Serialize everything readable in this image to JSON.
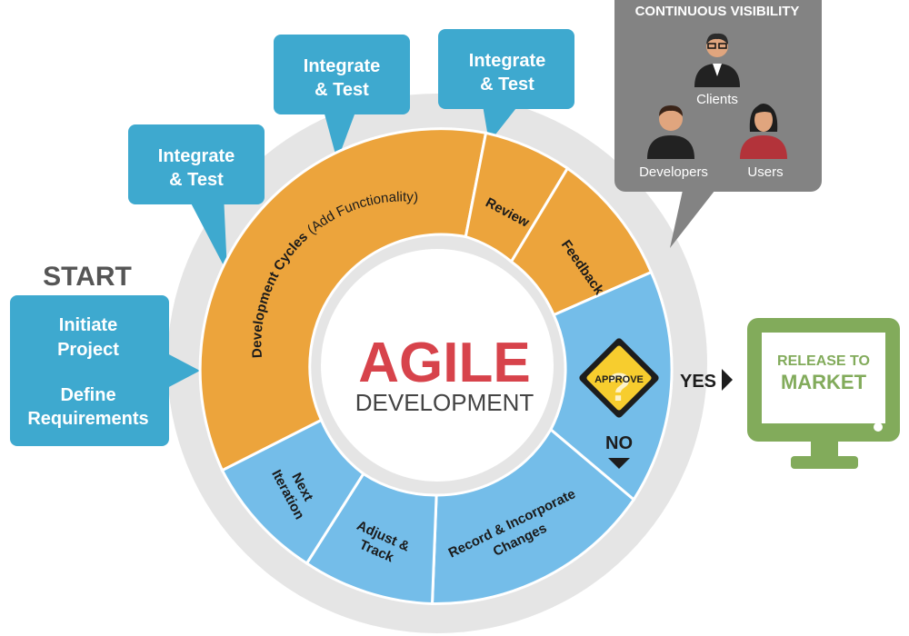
{
  "start_label": "START",
  "start_box": {
    "line1": "Initiate",
    "line2": "Project",
    "line3": "Define",
    "line4": "Requirements"
  },
  "integrate_bubbles": [
    {
      "line1": "Integrate",
      "line2": "& Test"
    },
    {
      "line1": "Integrate",
      "line2": "& Test"
    },
    {
      "line1": "Integrate",
      "line2": "& Test"
    }
  ],
  "center": {
    "title": "AGILE",
    "subtitle": "DEVELOPMENT"
  },
  "segments": {
    "development_cycles": {
      "main": "Development Cycles",
      "paren": "(Add Functionality)"
    },
    "review": "Review",
    "feedback": "Feedback",
    "next_iteration": {
      "line1": "Next",
      "line2": "Iteration"
    },
    "adjust_track": {
      "line1": "Adjust &",
      "line2": "Track"
    },
    "record_changes": {
      "line1": "Record & Incorporate",
      "line2": "Changes"
    }
  },
  "approve_label": "APPROVE",
  "approve_glyph": "?",
  "yes_label": "YES",
  "no_label": "NO",
  "visibility": {
    "title": "CONTINUOUS VISIBILITY",
    "clients": "Clients",
    "developers": "Developers",
    "users": "Users"
  },
  "release": {
    "line1": "RELEASE TO",
    "line2": "MARKET"
  },
  "colors": {
    "orange": "#eca43c",
    "light_blue": "#74bde9",
    "bubble_blue": "#3ea9cf",
    "outer_ring": "#e5e5e5",
    "agile_red": "#d7434b",
    "green": "#82ab5b",
    "panel_gray": "#838383",
    "approve_yellow": "#f7cd2e"
  }
}
